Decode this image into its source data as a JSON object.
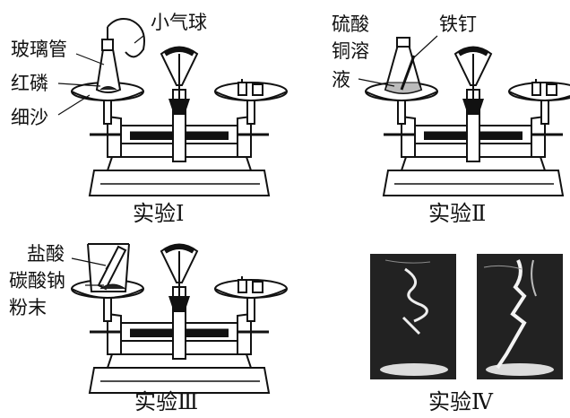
{
  "panels": [
    {
      "caption": "实验Ⅰ",
      "labels": {
        "balloon": "小气球",
        "tube": "玻璃管",
        "phosphorus": "红磷",
        "sand": "细沙"
      }
    },
    {
      "caption": "实验Ⅱ",
      "labels": {
        "solution_line1": "硫酸",
        "solution_line2": "铜溶",
        "solution_line3": "液",
        "nail": "铁钉"
      }
    },
    {
      "caption": "实验Ⅲ",
      "labels": {
        "acid": "盐酸",
        "carbonate_line1": "碳酸钠",
        "carbonate_line2": "粉末"
      }
    },
    {
      "caption": "实验Ⅳ"
    }
  ]
}
